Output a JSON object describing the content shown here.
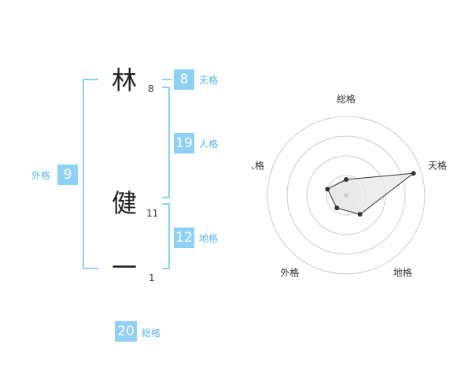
{
  "name": {
    "chars": [
      {
        "char": "林",
        "strokes": "8"
      },
      {
        "char": "健",
        "strokes": "11"
      },
      {
        "char": "一",
        "strokes": "1"
      }
    ]
  },
  "fortune": {
    "tenkaku": {
      "value": "8",
      "label": "天格"
    },
    "jinkaku": {
      "value": "19",
      "label": "人格"
    },
    "chikaku": {
      "value": "12",
      "label": "地格"
    },
    "gaikaku": {
      "value": "9",
      "label": "外格"
    },
    "soukaku": {
      "value": "20",
      "label": "総格"
    }
  },
  "chart_data": {
    "type": "radar",
    "axes": [
      "総格",
      "天格",
      "地格",
      "外格",
      "人格"
    ],
    "values": [
      20,
      8,
      12,
      9,
      19
    ],
    "relative_levels": [
      0.2,
      0.9,
      0.3,
      0.2,
      0.25
    ],
    "rings": 4,
    "colors": {
      "ring": "#cccccc",
      "fill": "#e8e8e8",
      "line": "#333333",
      "point": "#333333",
      "center": "#cccccc"
    }
  },
  "colors": {
    "accent": "#8fd0f5",
    "label": "#5ab4e6"
  }
}
